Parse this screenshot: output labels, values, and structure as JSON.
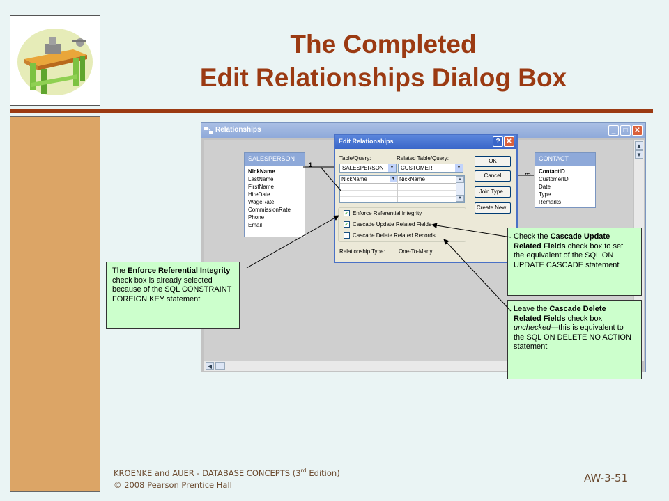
{
  "slide": {
    "title_line1": "The Completed",
    "title_line2": "Edit Relationships Dialog Box",
    "footer_line1": "KROENKE and AUER -  DATABASE CONCEPTS (3",
    "footer_sup": "rd",
    "footer_line1_end": " Edition)",
    "footer_line2": "© 2008 Pearson Prentice Hall",
    "slide_number": "AW-3-51",
    "accent_color": "#9b3a12",
    "sidebar_color": "#dca566"
  },
  "relationships_window": {
    "title": "Relationships",
    "icon": "relationships-icon",
    "controls": [
      "minimize-icon",
      "maximize-icon",
      "close-icon"
    ]
  },
  "tables": {
    "salesperson": {
      "name": "SALESPERSON",
      "key_field": "NickName",
      "fields": [
        "LastName",
        "FirstName",
        "HireDate",
        "WageRate",
        "CommissionRate",
        "Phone",
        "Email"
      ]
    },
    "contact": {
      "name": "CONTACT",
      "key_field": "ContactID",
      "fields": [
        "CustomerID",
        "Date",
        "Type",
        "Remarks"
      ]
    },
    "relationship_one": "1",
    "relationship_many": "∞"
  },
  "dialog": {
    "title": "Edit Relationships",
    "table_query_label": "Table/Query:",
    "related_table_label": "Related Table/Query:",
    "table_value": "SALESPERSON",
    "related_value": "CUSTOMER",
    "field_left": "NickName",
    "field_right": "NickName",
    "enforce_label": "Enforce Referential Integrity",
    "cascade_update_label": "Cascade Update Related Fields",
    "cascade_delete_label": "Cascade Delete Related Records",
    "enforce_checked": true,
    "cascade_update_checked": true,
    "cascade_delete_checked": false,
    "relationship_type_label": "Relationship Type:",
    "relationship_type_value": "One-To-Many",
    "buttons": {
      "ok": "OK",
      "cancel": "Cancel",
      "join_type": "Join Type..",
      "create_new": "Create New.."
    }
  },
  "callouts": {
    "enforce": {
      "pre": "The ",
      "bold": "Enforce Referential Integrity",
      "post": " check box is already selected because of the SQL CONSTRAINT FOREIGN KEY statement"
    },
    "cascade_update": {
      "pre": "Check the ",
      "bold": "Cascade Update Related Fields",
      "post": " check box to set the equivalent of the SQL ON UPDATE CASCADE statement"
    },
    "cascade_delete": {
      "pre": "Leave the ",
      "bold": "Cascade Delete Related Fields",
      "mid": " check box ",
      "italic": "unchecked",
      "post": "—this is equivalent to the SQL ON DELETE NO ACTION statement"
    }
  }
}
